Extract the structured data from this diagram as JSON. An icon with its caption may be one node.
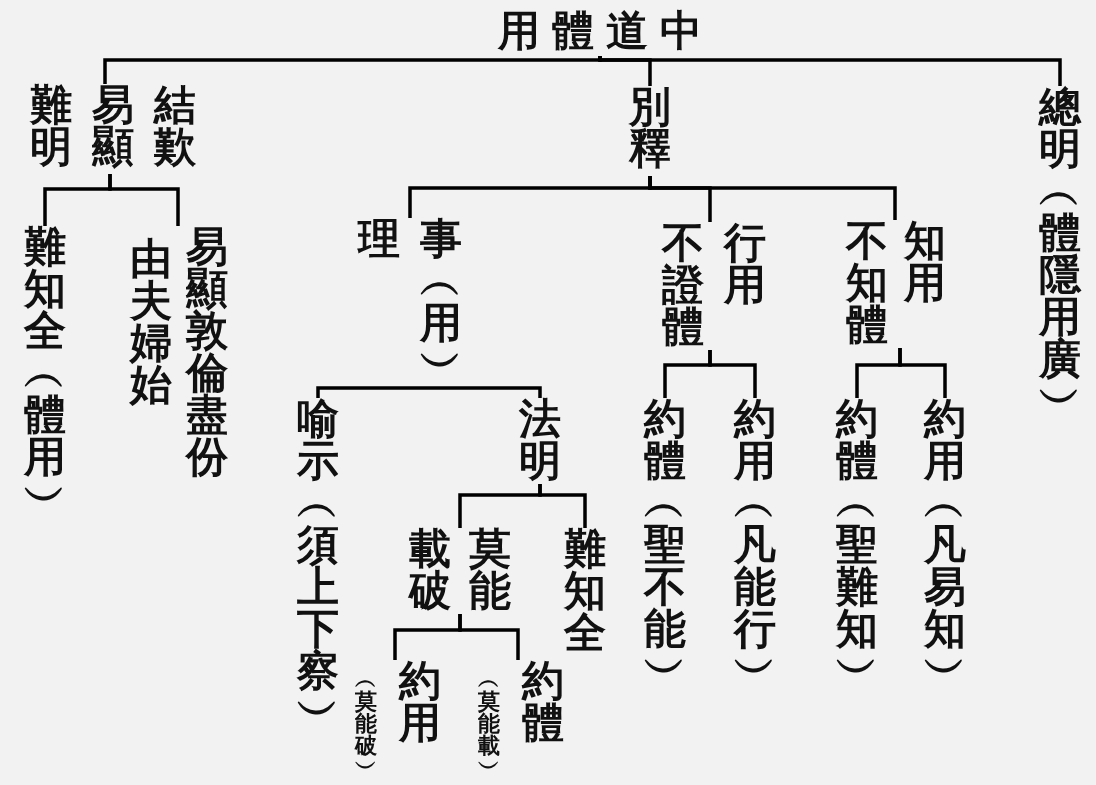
{
  "diagram": {
    "nodes": [
      {
        "text": [
          "用體道中"
        ]
      },
      {
        "text": [
          "難明",
          "易顯",
          "結歎"
        ]
      },
      {
        "text": [
          "別釋"
        ]
      },
      {
        "text": [
          "總明︵體隱用廣︶"
        ]
      },
      {
        "text": [
          "難知全︵體用︶"
        ]
      },
      {
        "text": [
          "由夫婦始",
          "易顯敦倫盡份"
        ]
      },
      {
        "text": [
          "理",
          "事︵用︶"
        ]
      },
      {
        "text": [
          "不證體",
          "行用"
        ]
      },
      {
        "text": [
          "不知體",
          "知用"
        ]
      },
      {
        "text": [
          "喻示︵須上下察︶"
        ]
      },
      {
        "text": [
          "法明"
        ]
      },
      {
        "text": [
          "載破",
          "莫能"
        ]
      },
      {
        "text": [
          "難知全"
        ]
      },
      {
        "text": [
          "︵莫能破︶",
          "約用"
        ]
      },
      {
        "text": [
          "︵莫能載︶",
          "約體"
        ]
      },
      {
        "text": [
          "約體︵聖不能︶"
        ]
      },
      {
        "text": [
          "約用︵凡能行︶"
        ]
      },
      {
        "text": [
          "約體︵聖難知︶"
        ]
      },
      {
        "text": [
          "約用︵凡易知︶"
        ]
      }
    ],
    "edges": [
      {
        "from": 0,
        "to": 1,
        "arrow": "none"
      },
      {
        "from": 0,
        "to": 2,
        "arrow": "none"
      },
      {
        "from": 0,
        "to": 3,
        "arrow": "none"
      },
      {
        "from": 1,
        "to": 4,
        "arrow": "none"
      },
      {
        "from": 1,
        "to": 5,
        "arrow": "none"
      },
      {
        "from": 2,
        "to": 6,
        "arrow": "none"
      },
      {
        "from": 2,
        "to": 7,
        "arrow": "none"
      },
      {
        "from": 2,
        "to": 8,
        "arrow": "none"
      },
      {
        "from": 6,
        "to": 9,
        "arrow": "none"
      },
      {
        "from": 6,
        "to": 10,
        "arrow": "none"
      },
      {
        "from": 10,
        "to": 11,
        "arrow": "none"
      },
      {
        "from": 10,
        "to": 12,
        "arrow": "none"
      },
      {
        "from": 11,
        "to": 13,
        "arrow": "none"
      },
      {
        "from": 11,
        "to": 14,
        "arrow": "none"
      },
      {
        "from": 7,
        "to": 15,
        "arrow": "none"
      },
      {
        "from": 7,
        "to": 16,
        "arrow": "none"
      },
      {
        "from": 8,
        "to": 17,
        "arrow": "none"
      },
      {
        "from": 8,
        "to": 18,
        "arrow": "none"
      }
    ]
  }
}
